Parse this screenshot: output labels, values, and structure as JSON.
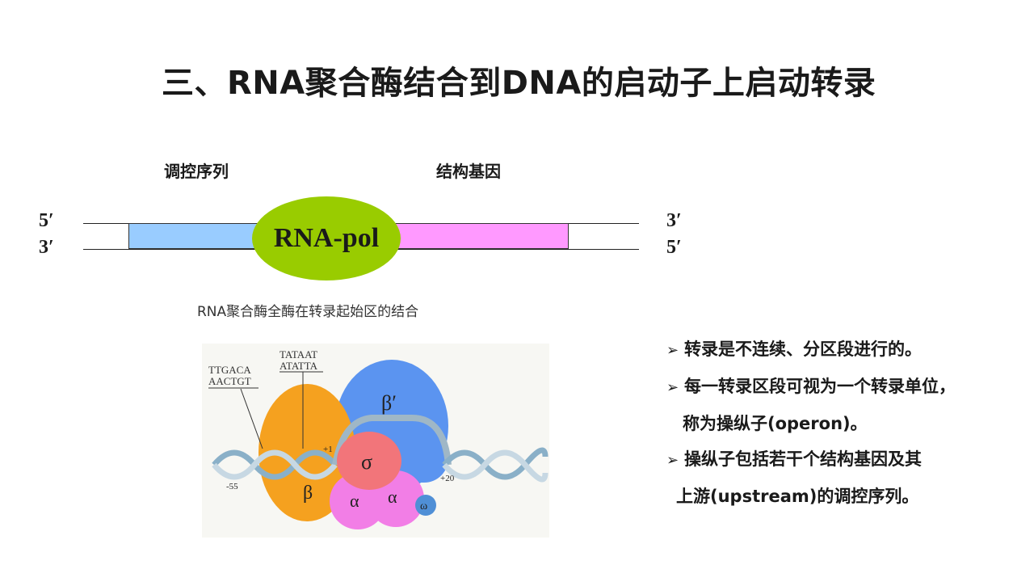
{
  "title": "三、RNA聚合酶结合到DNA的启动子上启动转录",
  "diagram": {
    "regulatory_label": "调控序列",
    "structural_label": "结构基因",
    "top_left_end": "5′",
    "bottom_left_end": "3′",
    "top_right_end": "3′",
    "bottom_right_end": "5′",
    "polymerase_label": "RNA-pol",
    "colors": {
      "regulatory": "#99ccff",
      "structural": "#ff99ff",
      "polymerase": "#99cc00"
    }
  },
  "figure": {
    "caption": "RNA聚合酶全酶在转录起始区的结合",
    "seq_minus35_top": "TTGACA",
    "seq_minus35_bottom": "AACTGT",
    "seq_minus10_top": "TATAAT",
    "seq_minus10_bottom": "ATATTA",
    "beta_prime": "β′",
    "beta": "β",
    "sigma": "σ",
    "alpha1": "α",
    "alpha2": "α",
    "omega": "ω",
    "plus1": "+1",
    "minus55": "-55",
    "plus20": "+20"
  },
  "bullets": {
    "marker": "➢",
    "b1": "转录是不连续、分区段进行的。",
    "b2_line1": "每一转录区段可视为一个转录单位，",
    "b2_line2": "称为操纵子(operon)。",
    "b3_line1": "操纵子包括若干个结构基因及其",
    "b3_line2": "上游(upstream)的调控序列。"
  }
}
